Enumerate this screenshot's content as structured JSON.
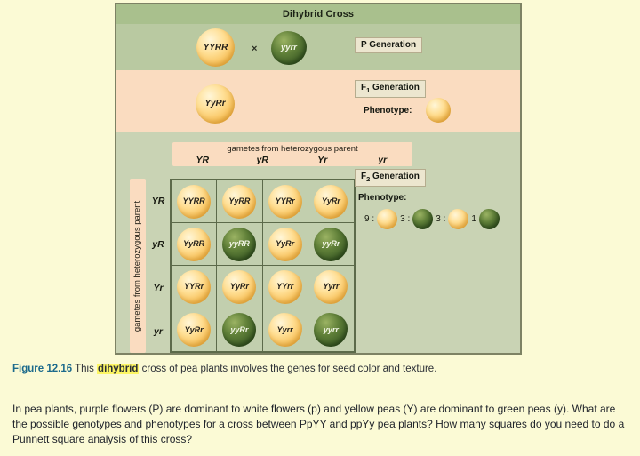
{
  "figure": {
    "title": "Dihybrid Cross",
    "p_generation": {
      "label": "P Generation",
      "parent1_genotype": "YYRR",
      "parent1_color": "yellow",
      "parent1_shape": "round",
      "cross_symbol": "×",
      "parent2_genotype": "yyrr",
      "parent2_color": "green",
      "parent2_shape": "wrinkled"
    },
    "f1_generation": {
      "label": "F",
      "label_sub": "1",
      "label_rest": " Generation",
      "offspring_genotype": "YyRr",
      "phenotype_label": "Phenotype:",
      "phenotype_color": "yellow",
      "phenotype_shape": "round"
    },
    "f2_generation": {
      "label": "F",
      "label_sub": "2",
      "label_rest": " Generation",
      "phenotype_label": "Phenotype:",
      "ratio_items": [
        {
          "count": "9 :",
          "color": "yellow",
          "shape": "round"
        },
        {
          "count": "3 :",
          "color": "green",
          "shape": "round"
        },
        {
          "count": "3 :",
          "color": "yellow",
          "shape": "wrinkled"
        },
        {
          "count": "1",
          "color": "green",
          "shape": "wrinkled"
        }
      ]
    },
    "punnett": {
      "top_axis_caption": "gametes from heterozygous parent",
      "left_axis_caption": "gametes from heterozygous parent",
      "column_gametes": [
        "YR",
        "yR",
        "Yr",
        "yr"
      ],
      "row_gametes": [
        "YR",
        "yR",
        "Yr",
        "yr"
      ],
      "cells": [
        {
          "genotype": "YYRR",
          "color": "yellow",
          "shape": "round"
        },
        {
          "genotype": "YyRR",
          "color": "yellow",
          "shape": "round"
        },
        {
          "genotype": "YYRr",
          "color": "yellow",
          "shape": "round"
        },
        {
          "genotype": "YyRr",
          "color": "yellow",
          "shape": "round"
        },
        {
          "genotype": "YyRR",
          "color": "yellow",
          "shape": "round"
        },
        {
          "genotype": "yyRR",
          "color": "green",
          "shape": "round"
        },
        {
          "genotype": "YyRr",
          "color": "yellow",
          "shape": "round"
        },
        {
          "genotype": "yyRr",
          "color": "green",
          "shape": "round"
        },
        {
          "genotype": "YYRr",
          "color": "yellow",
          "shape": "round"
        },
        {
          "genotype": "YyRr",
          "color": "yellow",
          "shape": "round"
        },
        {
          "genotype": "YYrr",
          "color": "yellow",
          "shape": "wrinkled"
        },
        {
          "genotype": "Yyrr",
          "color": "yellow",
          "shape": "wrinkled"
        },
        {
          "genotype": "YyRr",
          "color": "yellow",
          "shape": "round"
        },
        {
          "genotype": "yyRr",
          "color": "green",
          "shape": "round"
        },
        {
          "genotype": "Yyrr",
          "color": "yellow",
          "shape": "wrinkled"
        },
        {
          "genotype": "yyrr",
          "color": "green",
          "shape": "wrinkled"
        }
      ]
    }
  },
  "caption": {
    "figure_number": "Figure 12.16",
    "before_highlight": " This ",
    "highlighted_term": "dihybrid",
    "after_highlight": " cross of pea plants involves the genes for seed color and texture."
  },
  "body": {
    "text": "In pea plants, purple flowers (P) are dominant to white flowers (p) and yellow peas (Y) are dominant to green peas (y). What are the possible genotypes and phenotypes for a cross between PpYY and ppYy pea plants? How many squares do you need to do a Punnett square analysis of this cross?"
  },
  "colors": {
    "page_background": "#fbfad5",
    "figure_border": "#7d8264",
    "title_band": "#a9c08d",
    "p_band": "#b9c9a1",
    "f1_band": "#fadcc0",
    "f2_band": "#c9d3b4",
    "yellow_pea": "#f6b94a",
    "green_pea": "#3c5c26",
    "highlight": "#fdf663"
  }
}
